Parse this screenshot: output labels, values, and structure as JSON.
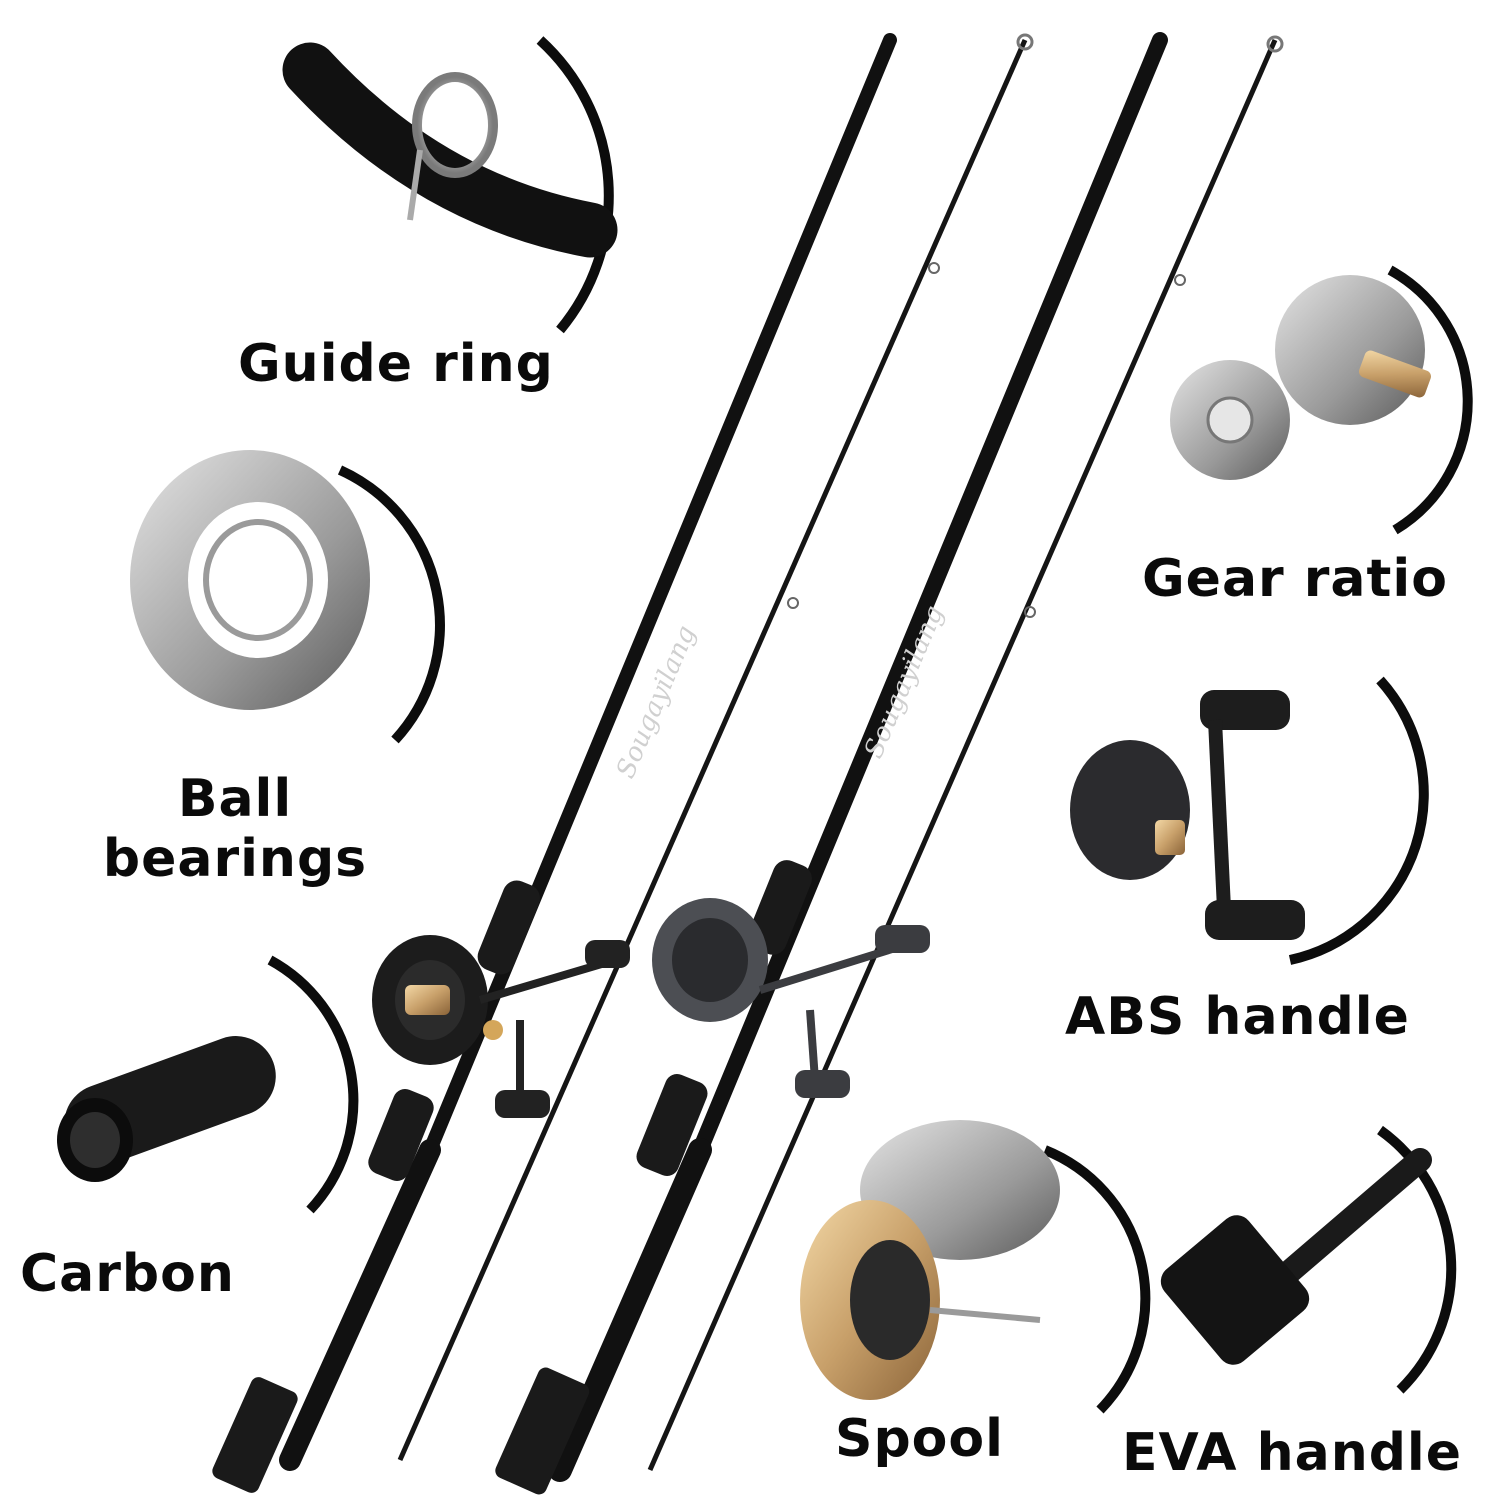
{
  "features": {
    "guide_ring": "Guide ring",
    "gear_ratio": "Gear ratio",
    "ball_bearings_line1": "Ball",
    "ball_bearings_line2": "bearings",
    "abs_handle": "ABS handle",
    "carbon": "Carbon",
    "spool": "Spool",
    "eva_handle": "EVA handle"
  },
  "brand": {
    "rod_print": "Sougayilang"
  },
  "colors": {
    "rod": "#121212",
    "reel_dark": "#1d1d1f",
    "reel_gray": "#5b5d62",
    "gold": "#c8a45a",
    "text": "#0a0a0a"
  }
}
